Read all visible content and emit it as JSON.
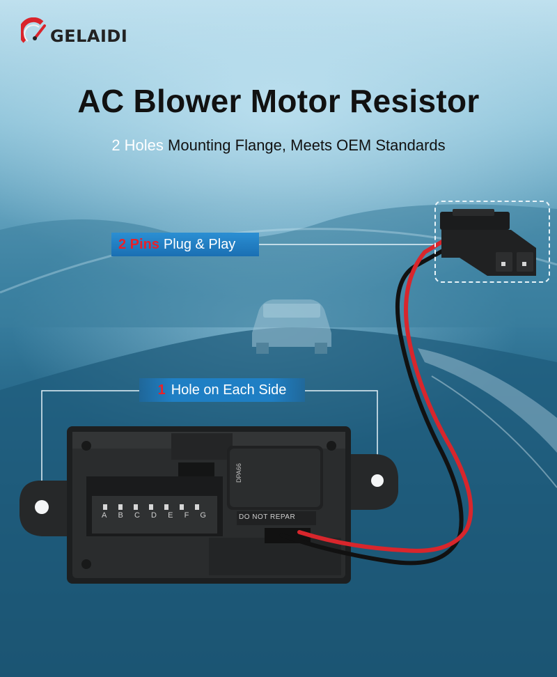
{
  "brand": {
    "name": "GELAIDI",
    "icon": "speedometer-logo-icon",
    "accent_color": "#d9242b"
  },
  "headline": {
    "title": "AC Blower Motor Resistor",
    "subtitle_highlight": "2 Holes",
    "subtitle_rest": " Mounting Flange, Meets OEM Standards"
  },
  "callouts": {
    "pins": {
      "number": "2 Pins",
      "text": "Plug & Play"
    },
    "holes": {
      "number": "1",
      "text": "Hole on Each Side"
    }
  },
  "product": {
    "pin_labels": [
      "A",
      "B",
      "C",
      "D",
      "E",
      "F",
      "G"
    ],
    "stamp_left": "DPA66",
    "stamp_bottom": "DO NOT REPAR"
  },
  "colors": {
    "callout_blue": "#1f7fc4",
    "number_red": "#e8212a",
    "wire_red": "#d8262c",
    "wire_black": "#111111"
  }
}
